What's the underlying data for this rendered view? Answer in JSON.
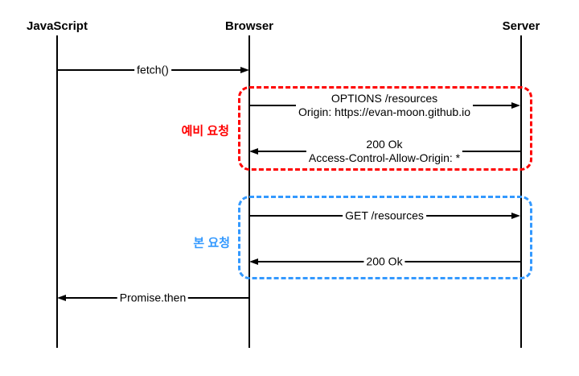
{
  "diagram": {
    "type": "sequence-diagram",
    "line_color": "#000000",
    "background_color": "#ffffff",
    "actors": [
      {
        "id": "javascript",
        "name": "JavaScript"
      },
      {
        "id": "browser",
        "name": "Browser"
      },
      {
        "id": "server",
        "name": "Server"
      }
    ],
    "messages": [
      {
        "id": "fetch",
        "from": "JavaScript",
        "to": "Browser",
        "lines": [
          "fetch()"
        ]
      },
      {
        "id": "preflight-request",
        "from": "Browser",
        "to": "Server",
        "lines": [
          "OPTIONS /resources",
          "Origin: https://evan-moon.github.io"
        ]
      },
      {
        "id": "preflight-response",
        "from": "Server",
        "to": "Browser",
        "lines": [
          "200 Ok",
          "Access-Control-Allow-Origin: *"
        ]
      },
      {
        "id": "main-request",
        "from": "Browser",
        "to": "Server",
        "lines": [
          "GET /resources"
        ]
      },
      {
        "id": "main-response",
        "from": "Server",
        "to": "Browser",
        "lines": [
          "200 Ok"
        ]
      },
      {
        "id": "promise",
        "from": "Browser",
        "to": "JavaScript",
        "lines": [
          "Promise.then"
        ]
      }
    ],
    "groups": [
      {
        "id": "preflight",
        "label": "예비 요청",
        "color": "#FF0000"
      },
      {
        "id": "main",
        "label": "본 요청",
        "color": "#3399FF"
      }
    ]
  }
}
